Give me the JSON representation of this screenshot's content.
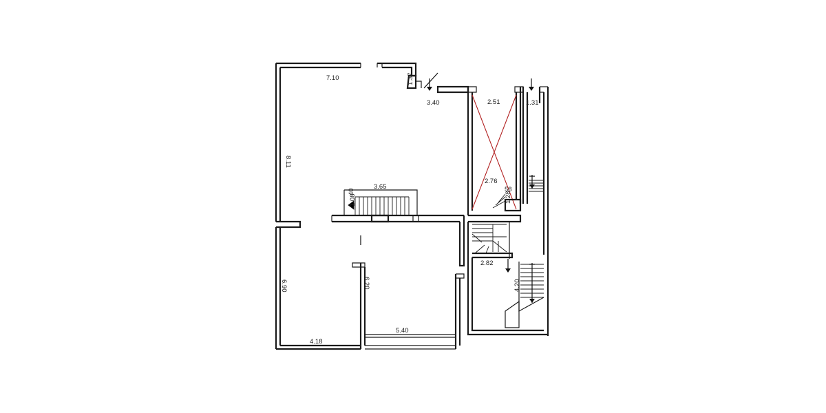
{
  "dimensions": {
    "top_room_width": "7.10",
    "top_notch": "1.37",
    "entry_width": "3.40",
    "shaft_width": "2.51",
    "right_strip_width": "1.31",
    "left_room_height": "8.11",
    "shaft_height": "2.76",
    "small_58": "58",
    "small_128": "1.28",
    "stair_top_width": "3.65",
    "stair_top_depth": "1.08",
    "stair_top_depth2": "40",
    "lower_left_height": "6.90",
    "lower_mid_height": "6.20",
    "lower_left_width": "4.18",
    "lower_mid_width": "5.40",
    "stair_center_width": "2.82",
    "right_lower_height": "4.20"
  },
  "colors": {
    "walls": "#1a1a1a",
    "void_cross": "#b22222",
    "background": "#ffffff"
  }
}
